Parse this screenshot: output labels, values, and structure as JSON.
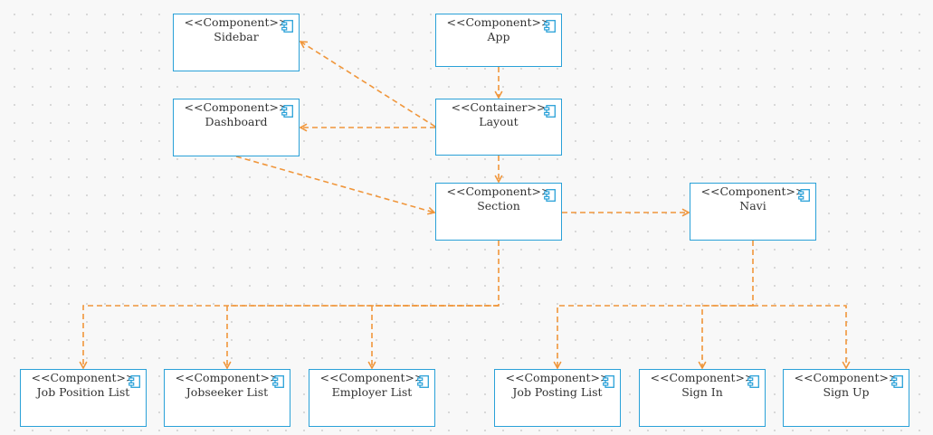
{
  "diagram": {
    "nodes": [
      {
        "id": "sidebar",
        "stereotype": "<<Component>>",
        "label": "Sidebar"
      },
      {
        "id": "app",
        "stereotype": "<<Component>>",
        "label": "App"
      },
      {
        "id": "dashboard",
        "stereotype": "<<Component>>",
        "label": "Dashboard"
      },
      {
        "id": "layout",
        "stereotype": "<<Container>>",
        "label": "Layout"
      },
      {
        "id": "section",
        "stereotype": "<<Component>>",
        "label": "Section"
      },
      {
        "id": "navi",
        "stereotype": "<<Component>>",
        "label": "Navi"
      },
      {
        "id": "job-position-list",
        "stereotype": "<<Component>>",
        "label": "Job Position List"
      },
      {
        "id": "jobseeker-list",
        "stereotype": "<<Component>>",
        "label": "Jobseeker List"
      },
      {
        "id": "employer-list",
        "stereotype": "<<Component>>",
        "label": "Employer List"
      },
      {
        "id": "job-posting-list",
        "stereotype": "<<Component>>",
        "label": "Job Posting List"
      },
      {
        "id": "sign-in",
        "stereotype": "<<Component>>",
        "label": "Sign In"
      },
      {
        "id": "sign-up",
        "stereotype": "<<Component>>",
        "label": "Sign Up"
      }
    ],
    "edges": [
      {
        "from": "app",
        "to": "layout"
      },
      {
        "from": "layout",
        "to": "sidebar"
      },
      {
        "from": "layout",
        "to": "dashboard"
      },
      {
        "from": "layout",
        "to": "section"
      },
      {
        "from": "dashboard",
        "to": "section"
      },
      {
        "from": "section",
        "to": "navi"
      },
      {
        "from": "section",
        "to": "job-position-list"
      },
      {
        "from": "section",
        "to": "jobseeker-list"
      },
      {
        "from": "section",
        "to": "employer-list"
      },
      {
        "from": "navi",
        "to": "job-posting-list"
      },
      {
        "from": "navi",
        "to": "sign-in"
      },
      {
        "from": "navi",
        "to": "sign-up"
      }
    ],
    "colors": {
      "border": "#2aa1d8",
      "edge": "#f0963b",
      "text": "#333333"
    }
  }
}
